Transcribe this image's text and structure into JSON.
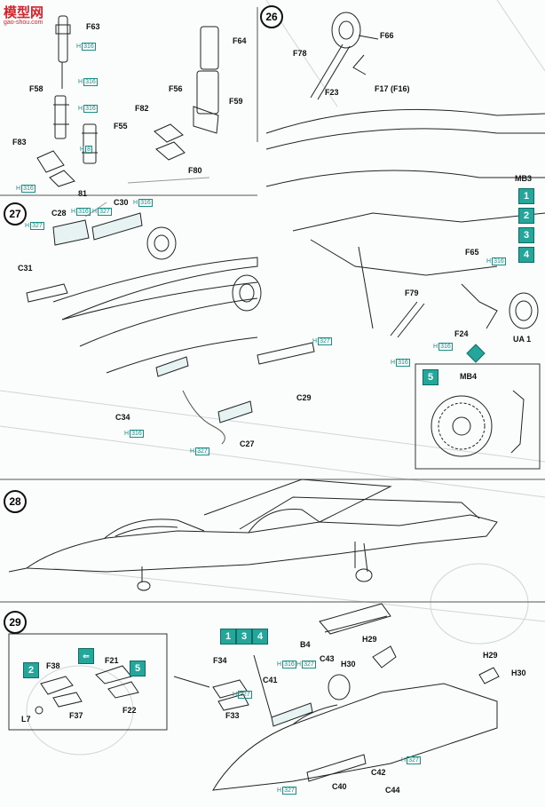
{
  "watermark": {
    "brand": "模型网",
    "url": "gao-shou.com"
  },
  "colors": {
    "paint": "#1a8f86",
    "badge": "#24a69a",
    "ink": "#111111"
  },
  "steps": [
    "26",
    "27",
    "28",
    "29"
  ],
  "parts": {
    "F63": "F63",
    "F64": "F64",
    "F58": "F58",
    "F56": "F56",
    "F55": "F55",
    "F59": "F59",
    "F82": "F82",
    "F83": "F83",
    "F80": "F80",
    "n81": "81",
    "F66": "F66",
    "F78": "F78",
    "F23": "F23",
    "F17": "F17 (F16)",
    "MB3": "MB3",
    "C28": "C28",
    "C30": "C30",
    "C31": "C31",
    "F65": "F65",
    "F79": "F79",
    "F24": "F24",
    "UA1": "UA 1",
    "MB4": "MB4",
    "C29": "C29",
    "C34": "C34",
    "C27": "C27",
    "F38": "F38",
    "F21": "F21",
    "F37": "F37",
    "F22": "F22",
    "L7": "L7",
    "F34": "F34",
    "F33": "F33",
    "B4": "B4",
    "H29a": "H29",
    "H30a": "H30",
    "C43": "C43",
    "C41": "C41",
    "H29b": "H29",
    "H30b": "H30",
    "C42": "C42",
    "C40": "C40",
    "C44": "C44"
  },
  "paint": {
    "h316": "H",
    "h316n": "316",
    "h327": "H",
    "h327n": "327",
    "h8": "H",
    "h8n": "8"
  },
  "variants": {
    "v1": "1",
    "v2": "2",
    "v3": "3",
    "v4": "4",
    "v5": "5"
  }
}
